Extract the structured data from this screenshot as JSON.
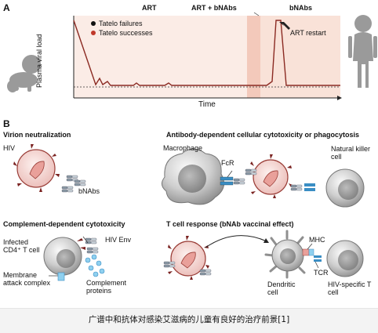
{
  "panelA": {
    "label": "A",
    "phases": {
      "art1": "ART",
      "art2": "ART + bNAbs",
      "bnabs": "bNAbs"
    },
    "legend": {
      "failures": "Tatelo failures",
      "successes": "Tatelo successes"
    },
    "ylabel": "Plasma viral load",
    "xlabel": "Time",
    "annotation": "ART restart"
  },
  "panelB": {
    "label": "B",
    "neutralization": {
      "title": "Virion neutralization",
      "hiv": "HIV",
      "bnabs": "bNAbs"
    },
    "adcc": {
      "title": "Antibody-dependent cellular cytotoxicity or phagocytosis",
      "macrophage": "Macrophage",
      "fcr": "FcR",
      "nk": "Natural killer cell"
    },
    "cdc": {
      "title": "Complement-dependent cytotoxicity",
      "infected": "Infected CD4⁺ T cell",
      "env": "HIV Env",
      "mac": "Membrane attack complex",
      "complement": "Complement proteins"
    },
    "tcell": {
      "title": "T cell response (bNAb vaccinal effect)",
      "mhc": "MHC",
      "tcr": "TCR",
      "dendritic": "Dendritic cell",
      "hivspecific": "HIV-specific T cell"
    }
  },
  "caption": "广谱中和抗体对感染艾滋病的儿童有良好的治疗前景[1]",
  "colors": {
    "art2": "#f3c9bb",
    "bnabs": "#f9e2d8",
    "art1": "#fbece6",
    "success": "#c0392b",
    "line": "#8b2a22",
    "capsid": "#e9a09a"
  }
}
